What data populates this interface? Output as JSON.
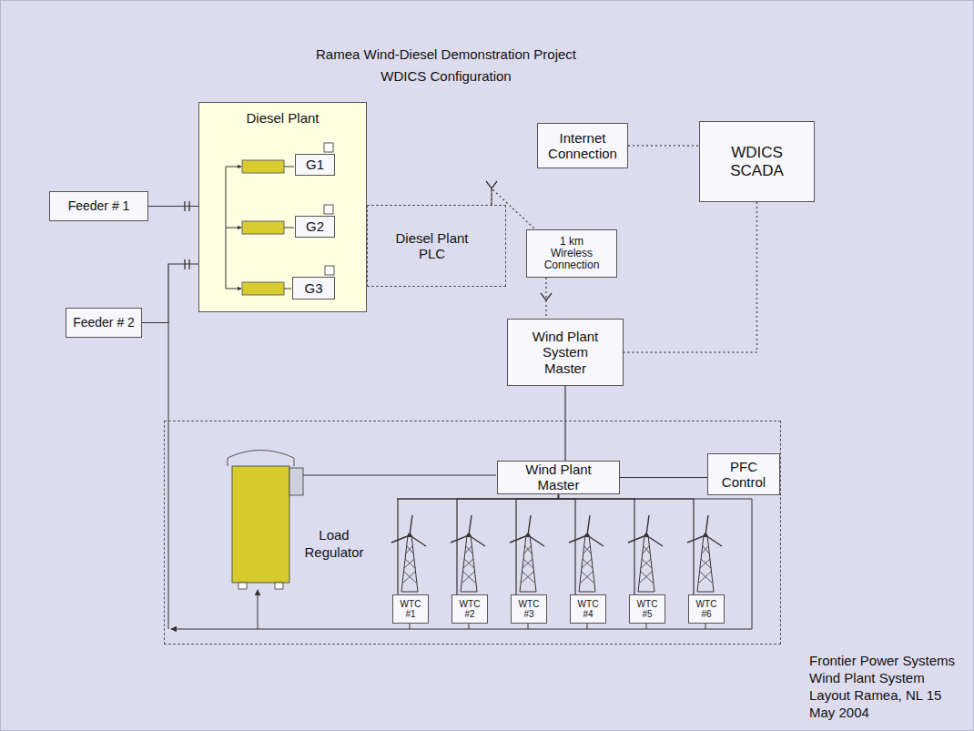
{
  "diagram": {
    "title": "Ramea Wind-Diesel Demonstration Project WDICS Configuration",
    "nodes": [
      {
        "text": [
          "Diesel Plant"
        ]
      },
      {
        "text": [
          "G1"
        ],
        "in": 0
      },
      {
        "text": [
          "G2"
        ],
        "in": 0
      },
      {
        "text": [
          "G3"
        ],
        "in": 0
      },
      {
        "text": [
          "Feeder # 1"
        ]
      },
      {
        "text": [
          "Feeder # 2"
        ]
      },
      {
        "text": [
          "Diesel Plant PLC"
        ]
      },
      {
        "text": [
          "Internet Connection"
        ]
      },
      {
        "text": [
          "WDICS SCADA"
        ]
      },
      {
        "text": [
          "1 km Wireless Connection"
        ]
      },
      {
        "text": [
          "Wind Plant System Master"
        ]
      },
      {
        "text": [
          "Frontier Power Systems Wind Plant System Layout Ramea, NL 15 May 2004"
        ]
      },
      {
        "text": [
          "Wind Plant Master"
        ],
        "in": 11
      },
      {
        "text": [
          "PFC Control"
        ],
        "in": 11
      },
      {
        "text": [
          "WTC #1"
        ],
        "in": 11
      },
      {
        "text": [
          "WTC #2"
        ],
        "in": 11
      },
      {
        "text": [
          "WTC #3"
        ],
        "in": 11
      },
      {
        "text": [
          "WTC #4"
        ],
        "in": 11
      },
      {
        "text": [
          "WTC #5"
        ],
        "in": 11
      },
      {
        "text": [
          "WTC #6"
        ],
        "in": 11
      }
    ],
    "edges": [
      {
        "from": 4,
        "to": 0,
        "arrow": "none"
      },
      {
        "from": 5,
        "to": 0,
        "arrow": "none"
      },
      {
        "from": 6,
        "to": 9,
        "arrow": "none"
      },
      {
        "from": 9,
        "to": 10,
        "arrow": "none"
      },
      {
        "from": 7,
        "to": 8,
        "arrow": "none"
      },
      {
        "from": 8,
        "to": 10,
        "arrow": "none"
      },
      {
        "from": 10,
        "to": 12,
        "arrow": "none"
      },
      {
        "from": 12,
        "to": 13,
        "arrow": "none"
      },
      {
        "from": 12,
        "to": 14,
        "arrow": "none"
      },
      {
        "from": 12,
        "to": 15,
        "arrow": "none"
      },
      {
        "from": 12,
        "to": 16,
        "arrow": "none"
      },
      {
        "from": 12,
        "to": 17,
        "arrow": "none"
      },
      {
        "from": 12,
        "to": 18,
        "arrow": "none"
      },
      {
        "from": 12,
        "to": 19,
        "arrow": "none"
      }
    ],
    "labels": [
      "Load Regulator"
    ]
  }
}
